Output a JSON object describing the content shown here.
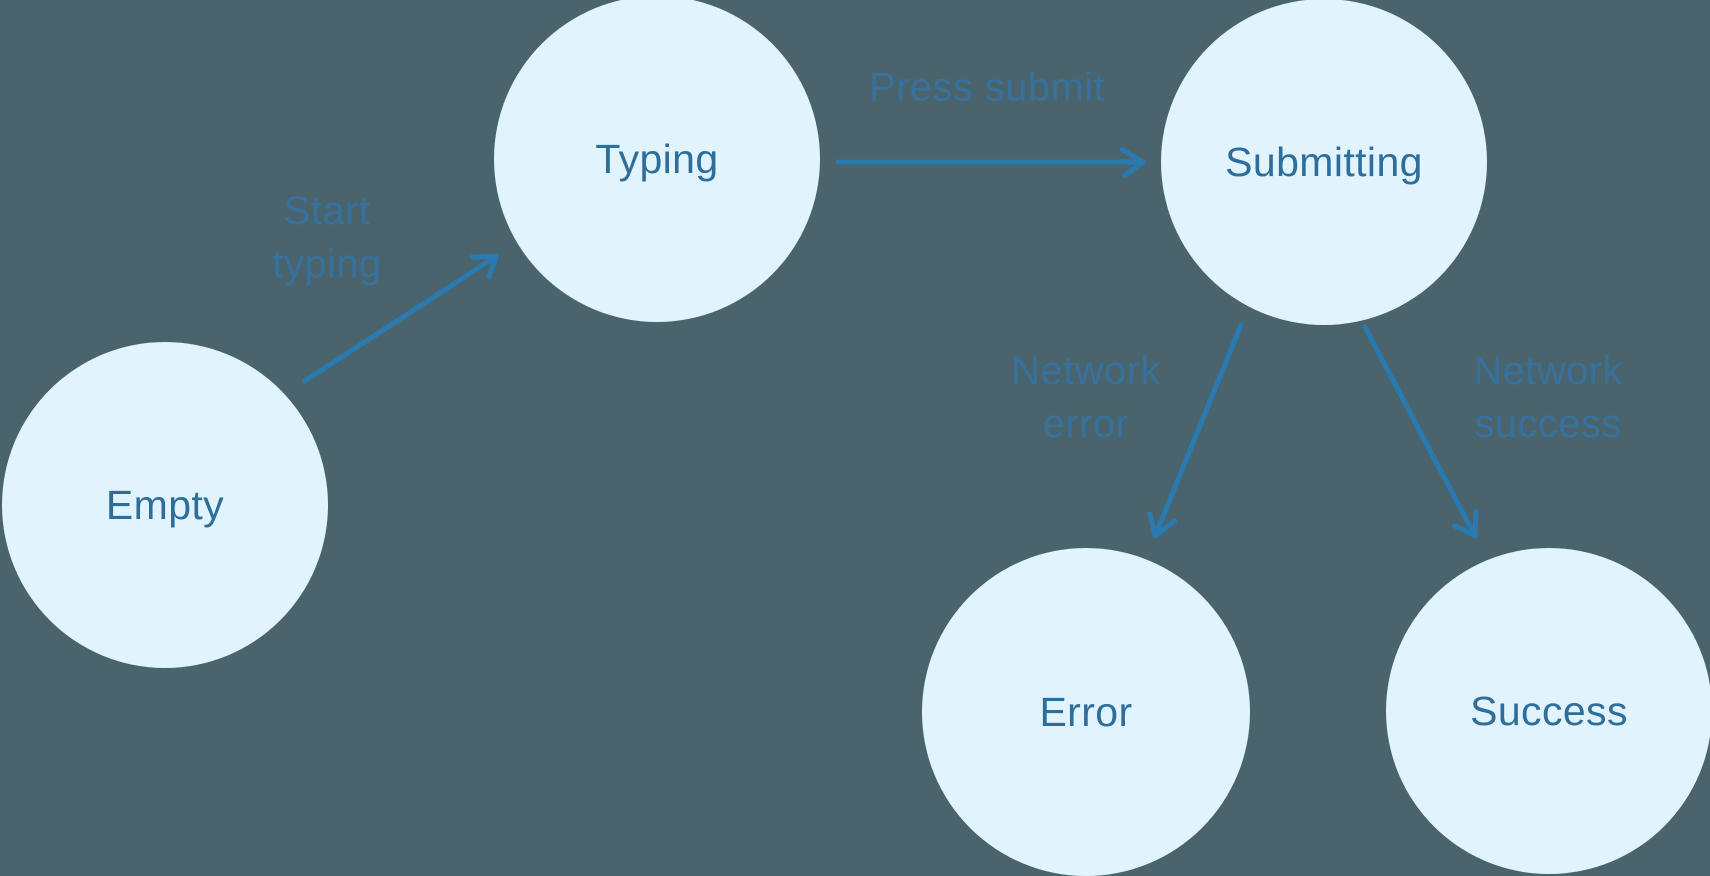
{
  "diagram": {
    "type": "state-machine",
    "colors": {
      "background": "#4a646e",
      "node_fill": "#e1f3fc",
      "node_text": "#2d6e9b",
      "arrow": "#2a7ab2",
      "edge_label_text": "#37739f"
    },
    "nodes": [
      {
        "id": "empty",
        "label": "Empty"
      },
      {
        "id": "typing",
        "label": "Typing"
      },
      {
        "id": "submitting",
        "label": "Submitting"
      },
      {
        "id": "error",
        "label": "Error"
      },
      {
        "id": "success",
        "label": "Success"
      }
    ],
    "edges": [
      {
        "from": "empty",
        "to": "typing",
        "label": "Start typing",
        "label_lines": [
          "Start",
          "typing"
        ]
      },
      {
        "from": "typing",
        "to": "submitting",
        "label": "Press submit",
        "label_lines": [
          "Press submit"
        ]
      },
      {
        "from": "submitting",
        "to": "error",
        "label": "Network error",
        "label_lines": [
          "Network",
          "error"
        ]
      },
      {
        "from": "submitting",
        "to": "success",
        "label": "Network success",
        "label_lines": [
          "Network",
          "success"
        ]
      }
    ]
  }
}
